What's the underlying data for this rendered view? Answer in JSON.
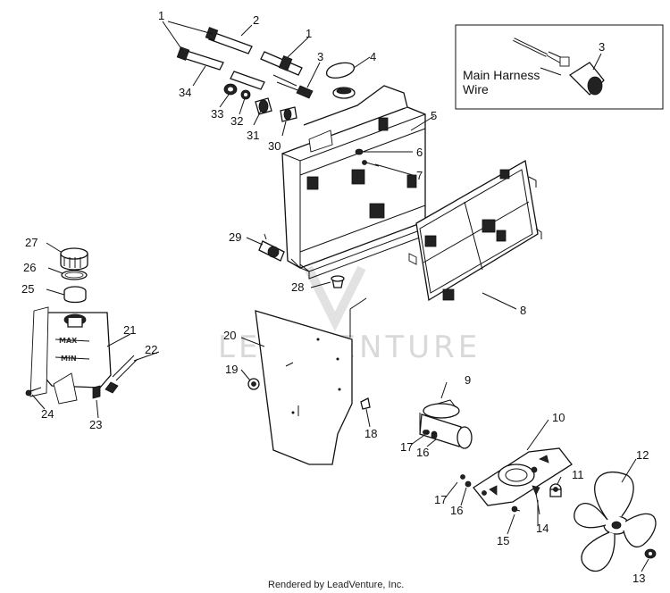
{
  "diagram": {
    "inset": {
      "caption_line1": "Main Harness",
      "caption_line2": "Wire",
      "callout": "3"
    },
    "callouts": {
      "c1a": "1",
      "c1b": "1",
      "c2": "2",
      "c3": "3",
      "c4": "4",
      "c5": "5",
      "c6": "6",
      "c7": "7",
      "c8": "8",
      "c9": "9",
      "c10": "10",
      "c11": "11",
      "c12": "12",
      "c13": "13",
      "c14": "14",
      "c15": "15",
      "c16a": "16",
      "c16b": "16",
      "c17a": "17",
      "c17b": "17",
      "c18": "18",
      "c19": "19",
      "c20": "20",
      "c21": "21",
      "c22": "22",
      "c23": "23",
      "c24": "24",
      "c25": "25",
      "c26": "26",
      "c27": "27",
      "c28": "28",
      "c29": "29",
      "c30": "30",
      "c31": "31",
      "c32": "32",
      "c33": "33",
      "c34": "34"
    },
    "tank_marks": {
      "max": "MAX",
      "min": "MIN"
    },
    "watermark": "LEADVENTURE",
    "footer": "Rendered by LeadVenture, Inc."
  }
}
